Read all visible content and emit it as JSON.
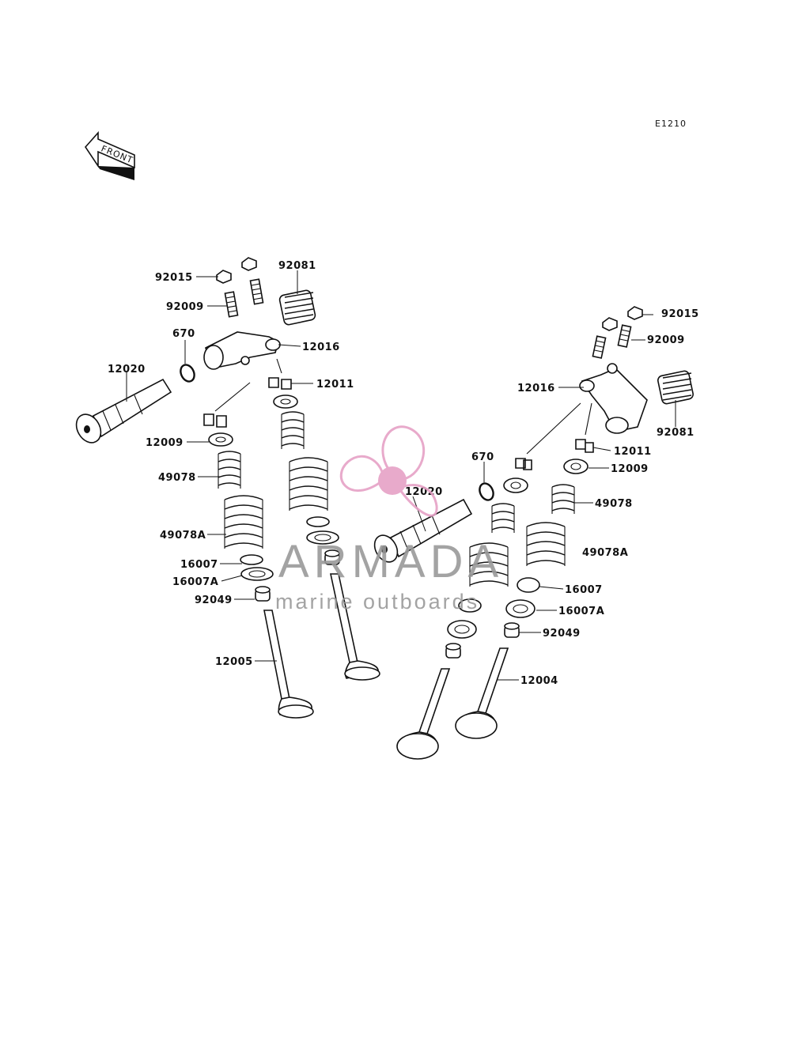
{
  "diagram": {
    "code": "E1210",
    "front_arrow": "FRONT",
    "callouts": [
      "92015",
      "92081",
      "92009",
      "670",
      "12016",
      "12020",
      "12011",
      "12009",
      "49078",
      "49078A",
      "16007",
      "16007A",
      "92049",
      "12005",
      "92015",
      "92009",
      "12016",
      "92081",
      "12011",
      "670",
      "12009",
      "12020",
      "49078",
      "49078A",
      "16007",
      "16007A",
      "92049",
      "12004"
    ]
  },
  "watermark": {
    "title": "ARMADA",
    "subtitle": "marine outboards",
    "color": "#e6a1c6"
  }
}
